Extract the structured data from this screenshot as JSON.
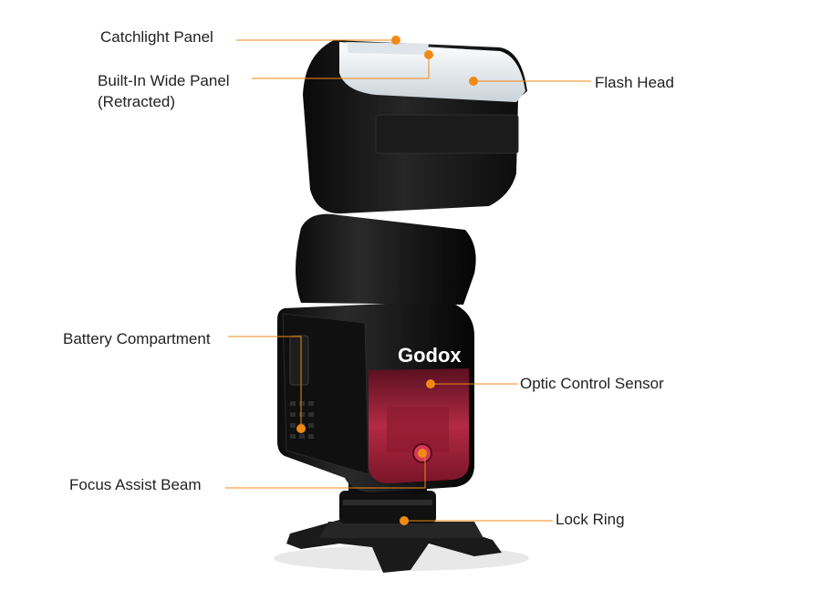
{
  "colors": {
    "leader": "#f08a14",
    "dot": "#f08a14",
    "label_text": "#222222",
    "body": "#141414",
    "body_highlight": "#3a3a3a",
    "flash_window": "#eef2f4",
    "red_panel": "#b32a45",
    "background": "#ffffff"
  },
  "brand": {
    "logo_text": "Godox"
  },
  "callouts": [
    {
      "id": "catchlight-panel",
      "lines": [
        "Catchlight Panel"
      ]
    },
    {
      "id": "built-in-wide-panel",
      "lines": [
        "Built-In Wide Panel",
        "(Retracted)"
      ]
    },
    {
      "id": "flash-head",
      "lines": [
        "Flash Head"
      ]
    },
    {
      "id": "battery-compartment",
      "lines": [
        "Battery Compartment"
      ]
    },
    {
      "id": "optic-control-sensor",
      "lines": [
        "Optic Control Sensor"
      ]
    },
    {
      "id": "focus-assist-beam",
      "lines": [
        "Focus Assist Beam"
      ]
    },
    {
      "id": "lock-ring",
      "lines": [
        "Lock Ring"
      ]
    }
  ]
}
